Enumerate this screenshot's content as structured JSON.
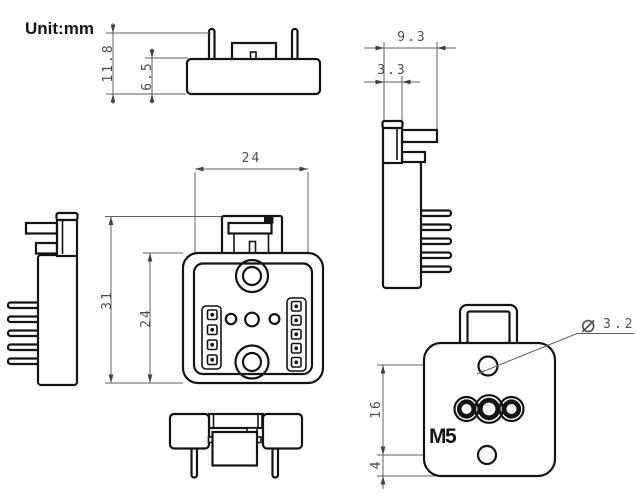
{
  "unit_label": "Unit:mm",
  "dims": {
    "side_total_height": "11.8",
    "side_base_height": "6.5",
    "top_depth_total": "9.3",
    "top_depth_cap": "3.3",
    "front_width": "24",
    "front_total_height": "31",
    "front_body_height": "24",
    "face_hole_spacing": "16",
    "face_hole_offset": "4",
    "diameter_symbol": "⌀",
    "face_hole_diameter": "3.2",
    "thread_label": "M5"
  }
}
